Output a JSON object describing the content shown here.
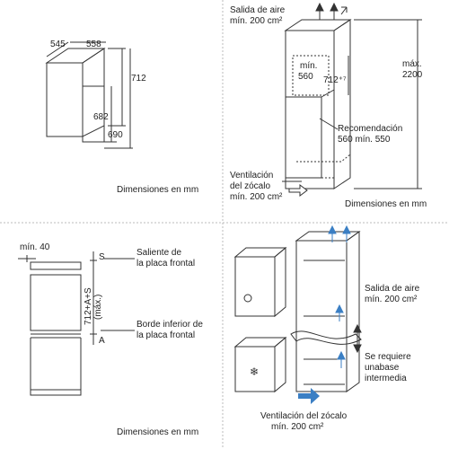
{
  "panel_tl": {
    "dim_width": "545",
    "dim_depth": "558",
    "dim_height_total": "712",
    "dim_height_door": "682",
    "dim_height_niche": "690",
    "caption": "Dimensiones en mm"
  },
  "panel_tr": {
    "air_out_1": "Salida de aire",
    "air_out_2": "mín. 200 cm²",
    "min_label": "mín.",
    "niche_width": "560",
    "niche_height": "712⁺⁷",
    "max_label": "máx.",
    "max_value": "2200",
    "rec_1": "Recomendación",
    "rec_2": "560 mín. 550",
    "vent_1": "Ventilación",
    "vent_2": "del zócalo",
    "vent_3": "mín. 200 cm²",
    "caption": "Dimensiones en mm"
  },
  "panel_bl": {
    "min40": "mín. 40",
    "s_label": "S",
    "a_label": "A",
    "vertical_1": "712+A+S",
    "vertical_2": "(máx.)",
    "saliente_1": "Saliente de",
    "saliente_2": "la placa frontal",
    "borde_1": "Borde inferior de",
    "borde_2": "la placa frontal",
    "caption": "Dimensiones en mm"
  },
  "panel_br": {
    "air_out_1": "Salida de aire",
    "air_out_2": "mín. 200 cm²",
    "base_1": "Se requiere",
    "base_2": "unabase",
    "base_3": "intermedia",
    "vent_1": "Ventilación del zócalo",
    "vent_2": "mín. 200 cm²"
  },
  "colors": {
    "line": "#333333",
    "accent": "#3b7fc4",
    "divider": "#bbbbbb"
  }
}
